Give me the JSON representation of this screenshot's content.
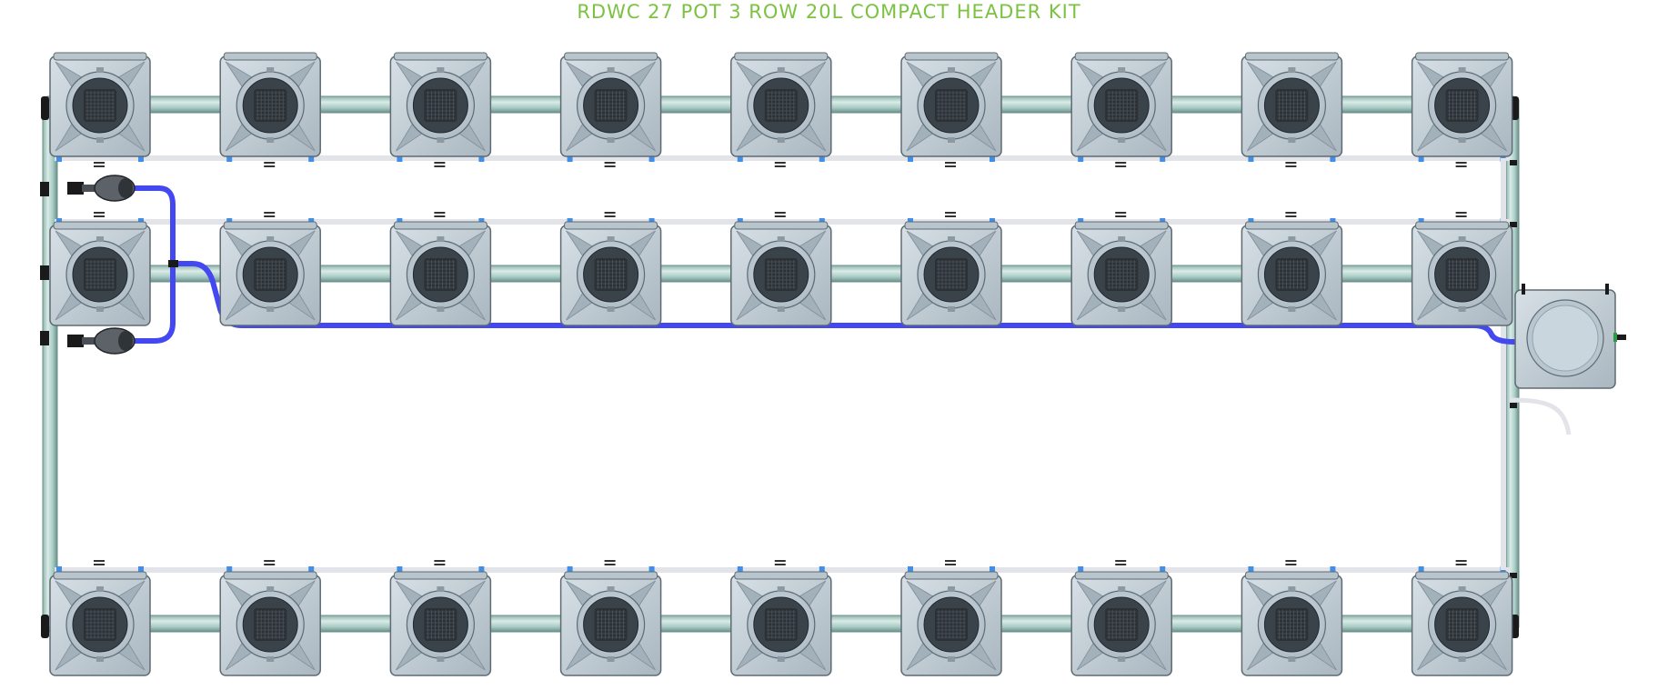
{
  "title": "RDWC 27 POT 3 ROW 20L COMPACT HEADER KIT",
  "colors": {
    "title": "#7cc242",
    "pot_body": "#c3ced6",
    "pot_edge": "#5f6b73",
    "pot_inner": "#3b434a",
    "basket": "#2c3136",
    "pipe": "#a7cbc4",
    "pipe_edge": "#6a8f88",
    "return_line": "#e3e3ea",
    "hose": "#4448f0",
    "connector": "#1a1a1a",
    "accent_blue": "#3f8fe8",
    "control_bucket": "#c3ced6"
  },
  "layout": {
    "rows": 3,
    "pots_per_row": 9,
    "total_pots": 27
  },
  "icons": {
    "pot": "grow-pot-icon",
    "pump": "pump-icon",
    "control_bucket": "control-bucket-icon"
  }
}
